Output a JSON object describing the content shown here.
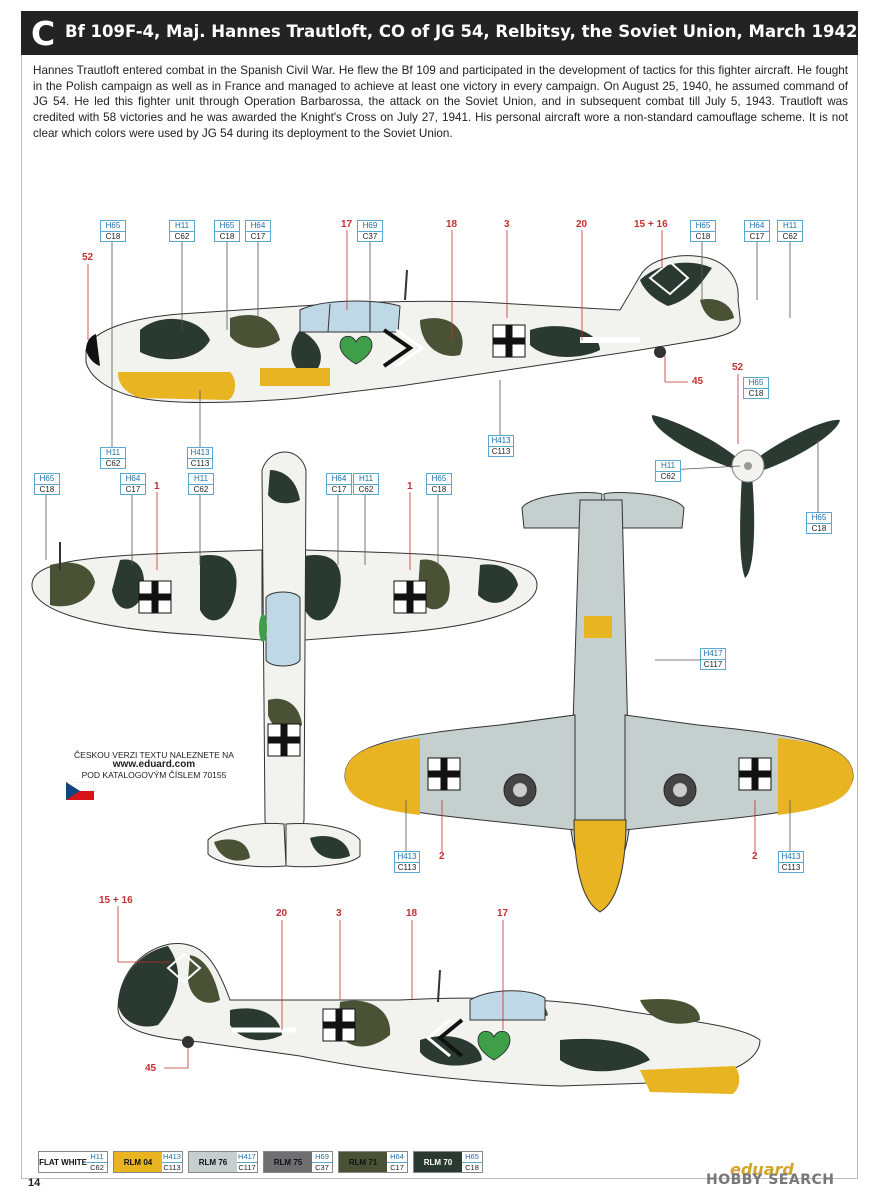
{
  "header": {
    "letter": "C",
    "title": "Bf 109F-4, Maj. Hannes Trautloft, CO of JG 54, Relbitsy, the Soviet Union, March 1942"
  },
  "intro_text": "Hannes Trautloft entered combat in the Spanish Civil War. He flew the Bf 109 and participated in the development of tactics for this fighter aircraft. He fought in the Polish campaign as well as in France and managed to achieve at least one victory in every campaign. On August 25, 1940, he assumed command of JG 54. He led this fighter unit through Operation Barbarossa, the attack on the Soviet Union, and in subsequent combat till July 5, 1943. Trautloft was credited with 58 victories and he was awarded the Knight's Cross on July 27, 1941. His personal aircraft wore a non-standard camouflage scheme. It is not clear which colors were used by JG 54 during its deployment to the Soviet Union.",
  "colors": {
    "rlm70": "#2b3a31",
    "rlm71": "#4a5236",
    "rlm76": "#c5cfce",
    "rlm04": "#e8b422",
    "rlm75": "#6f6f72",
    "white": "#f2f2ee",
    "heart": "#3e9e4a",
    "red": "#c42f2f"
  },
  "color_tags": {
    "t1": {
      "h": "H65",
      "c": "C18"
    },
    "t2": {
      "h": "H11",
      "c": "C62"
    },
    "t3": {
      "h": "H65",
      "c": "C18"
    },
    "t4": {
      "h": "H64",
      "c": "C17"
    },
    "t5": {
      "h": "H69",
      "c": "C37"
    },
    "t6": {
      "h": "H65",
      "c": "C18"
    },
    "t7": {
      "h": "H64",
      "c": "C17"
    },
    "t8": {
      "h": "H11",
      "c": "C62"
    },
    "t9": {
      "h": "H11",
      "c": "C62"
    },
    "t10": {
      "h": "H413",
      "c": "C113"
    },
    "t11": {
      "h": "H413",
      "c": "C113"
    },
    "t12": {
      "h": "H65",
      "c": "C18"
    },
    "t13": {
      "h": "H11",
      "c": "C62"
    },
    "t14": {
      "h": "H65",
      "c": "C18"
    },
    "t15": {
      "h": "H64",
      "c": "C17"
    },
    "t16": {
      "h": "H11",
      "c": "C62"
    },
    "t17": {
      "h": "H64",
      "c": "C17"
    },
    "t18": {
      "h": "H11",
      "c": "C62"
    },
    "t19": {
      "h": "H65",
      "c": "C18"
    },
    "t20": {
      "h": "H417",
      "c": "C117"
    },
    "t21": {
      "h": "H413",
      "c": "C113"
    },
    "t22": {
      "h": "H413",
      "c": "C113"
    }
  },
  "numbers": {
    "n52a": "52",
    "n17a": "17",
    "n18a": "18",
    "n3a": "3",
    "n20a": "20",
    "n1516a": "15 + 16",
    "n45a": "45",
    "n52b": "52",
    "n1a": "1",
    "n1b": "1",
    "n2a": "2",
    "n2b": "2",
    "n1516b": "15 + 16",
    "n20b": "20",
    "n3b": "3",
    "n18b": "18",
    "n17b": "17",
    "n45b": "45"
  },
  "czech_note": {
    "line1": "ČESKOU VERZI TEXTU NALEZNETE NA",
    "url": "www.eduard.com",
    "line2": "POD KATALOGOVÝM ČÍSLEM 70155"
  },
  "legend": [
    {
      "name": "FLAT WHITE",
      "h": "H11",
      "c": "C62",
      "bg": "#ffffff",
      "fg": "#111111"
    },
    {
      "name": "RLM 04",
      "h": "H413",
      "c": "C113",
      "bg": "#e8b422",
      "fg": "#111111"
    },
    {
      "name": "RLM 76",
      "h": "H417",
      "c": "C117",
      "bg": "#c5cfce",
      "fg": "#111111"
    },
    {
      "name": "RLM 75",
      "h": "H69",
      "c": "C37",
      "bg": "#6f6f72",
      "fg": "#111111"
    },
    {
      "name": "RLM 71",
      "h": "H64",
      "c": "C17",
      "bg": "#4a5236",
      "fg": "#111111"
    },
    {
      "name": "RLM 70",
      "h": "H65",
      "c": "C18",
      "bg": "#2b3a31",
      "fg": "#ffffff"
    }
  ],
  "footer": {
    "page_number": "14",
    "brand": "eduard",
    "watermark": "HOBBY SEARCH"
  }
}
